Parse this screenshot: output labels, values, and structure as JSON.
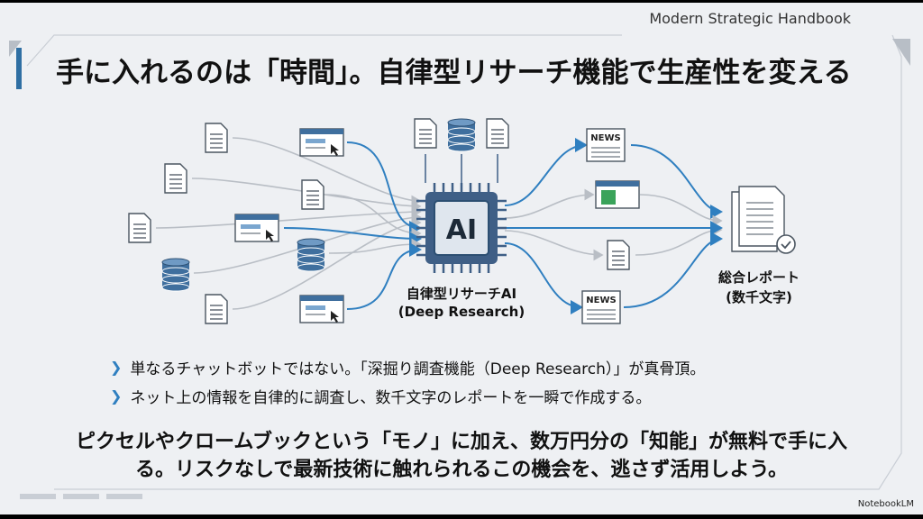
{
  "header": {
    "brand": "Modern Strategic Handbook",
    "title": "手に入れるのは「時間」。自律型リサーチ機能で生産性を変える"
  },
  "diagram": {
    "chip_label": "AI",
    "center_label_1": "自律型リサーチAI",
    "center_label_2": "(Deep Research)",
    "output_label_1": "総合レポート",
    "output_label_2": "(数千文字)",
    "news_label": "NEWS",
    "accent_color": "#2f7fc0",
    "chip_color": "#3f5f86"
  },
  "bullets": [
    "単なるチャットボットではない。「深掘り調査機能（Deep Research）」が真骨頂。",
    "ネット上の情報を自律的に調査し、数千文字のレポートを一瞬で作成する。"
  ],
  "summary": {
    "line1": "ピクセルやクロームブックという「モノ」に加え、数万円分の「知能」が無料で手に入",
    "line2": "る。リスクなしで最新技術に触れられるこの機会を、逃さず活用しよう。"
  },
  "footer": {
    "watermark": "NotebookLM"
  }
}
